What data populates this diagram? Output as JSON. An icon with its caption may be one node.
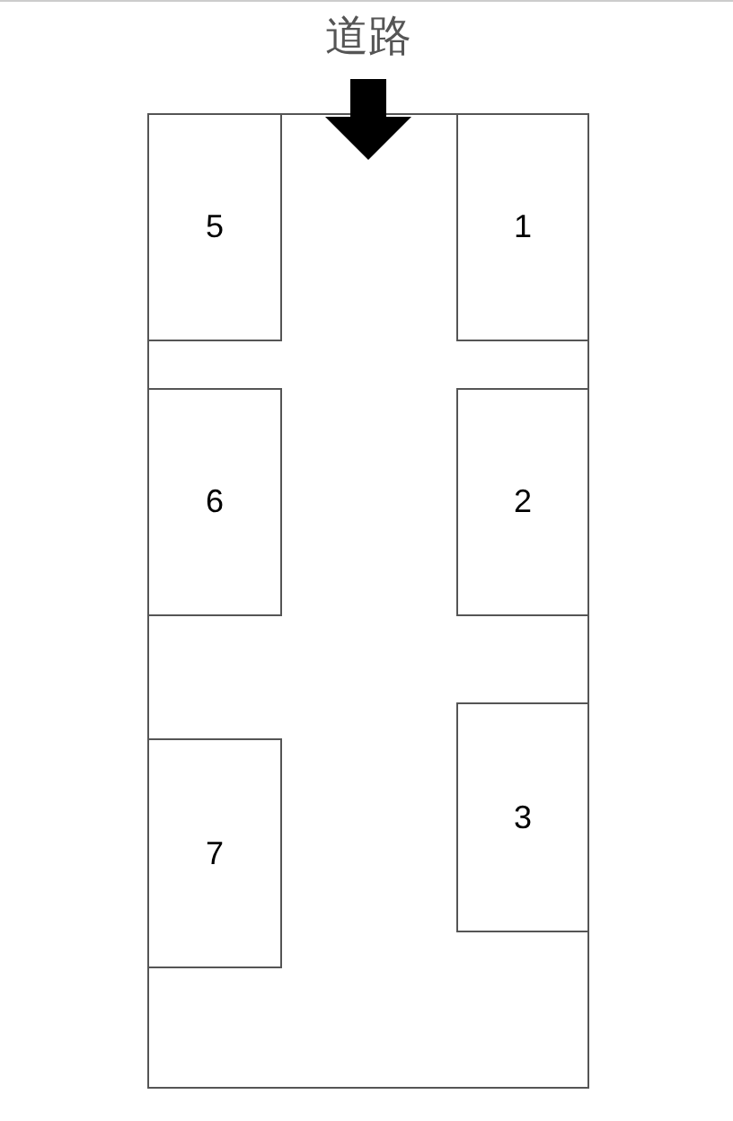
{
  "diagram": {
    "nodes": [
      {
        "text": [
          "道路"
        ]
      },
      {
        "text": [],
        "shape": "box"
      },
      {
        "text": [
          "5"
        ],
        "in": 1
      },
      {
        "text": [
          "1"
        ],
        "in": 1
      },
      {
        "text": [
          "6"
        ],
        "in": 1
      },
      {
        "text": [
          "2"
        ],
        "in": 1
      },
      {
        "text": [
          "3"
        ],
        "in": 1
      },
      {
        "text": [
          "7"
        ],
        "in": 1
      }
    ],
    "edges": [
      {
        "from": 0,
        "to": 1,
        "arrow": "to"
      }
    ]
  }
}
